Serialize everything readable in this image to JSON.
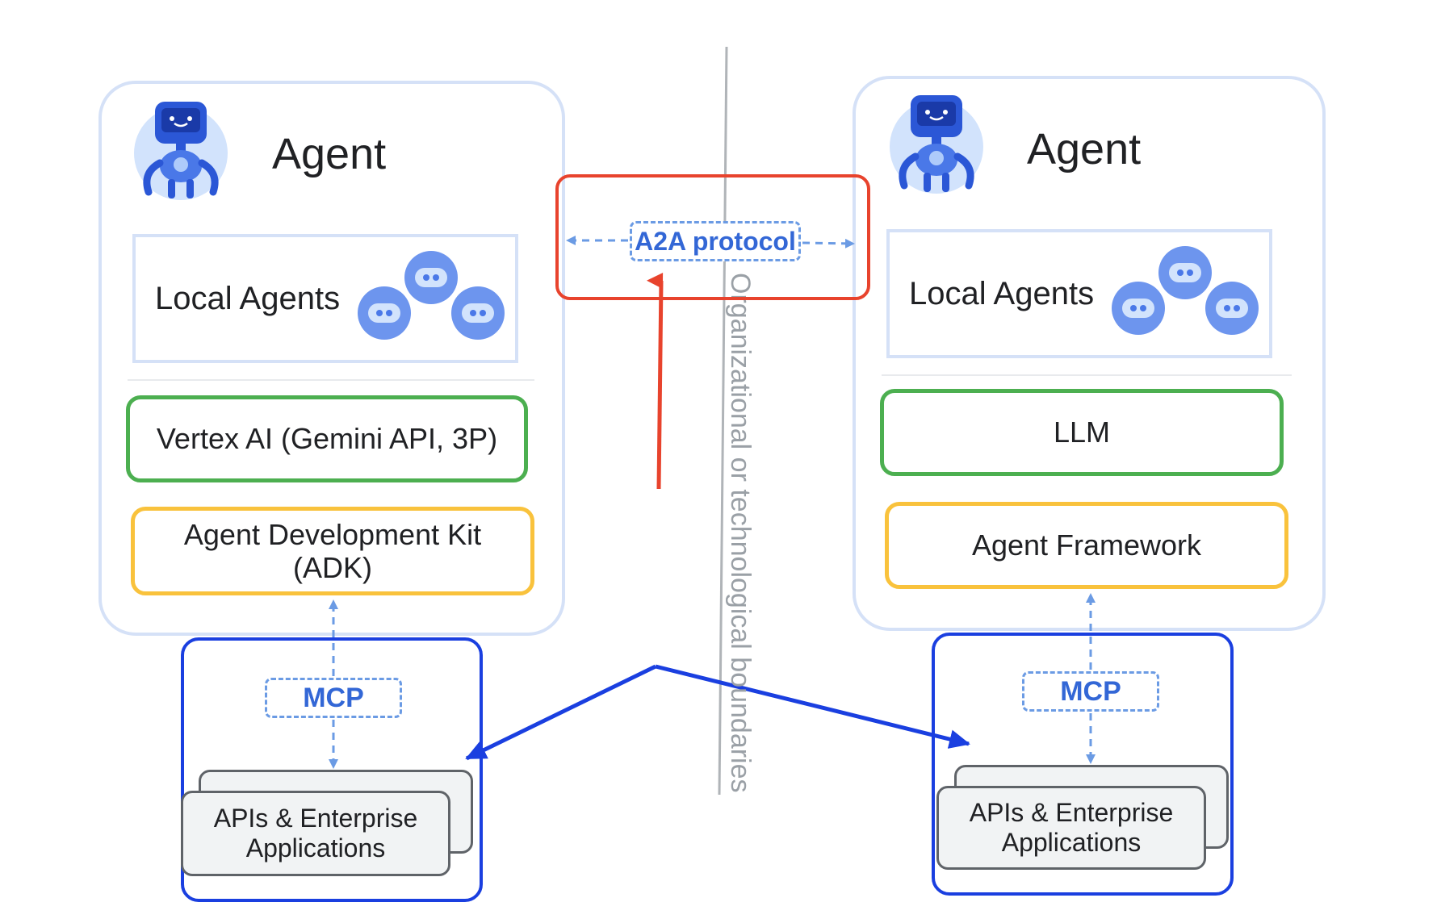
{
  "left_agent": {
    "title": "Agent",
    "local_agents_label": "Local Agents",
    "model_layer": "Vertex AI (Gemini API, 3P)",
    "framework_layer_line1": "Agent Development Kit",
    "framework_layer_line2": "(ADK)",
    "mcp_label": "MCP",
    "apis_line1": "APIs & Enterprise",
    "apis_line2": "Applications"
  },
  "right_agent": {
    "title": "Agent",
    "local_agents_label": "Local Agents",
    "model_layer": "LLM",
    "framework_layer": "Agent Framework",
    "mcp_label": "MCP",
    "apis_line1": "APIs & Enterprise",
    "apis_line2": "Applications"
  },
  "a2a": {
    "label": "A2A protocol"
  },
  "boundary": {
    "label": "Organizational or technological boundaries"
  },
  "colors": {
    "panel_border": "#d5e1f7",
    "model_border": "#4caf50",
    "framework_border": "#f9c23c",
    "tool_group_border": "#1a3fe0",
    "a2a_frame": "#e8432d",
    "protocol_text": "#3367d6",
    "dashed_lines": "#6b9be4",
    "robot_blue": "#4a78e8"
  },
  "icons": {
    "agent": "robot-agent-icon",
    "local_agents": "robot-head-cluster-icon"
  }
}
